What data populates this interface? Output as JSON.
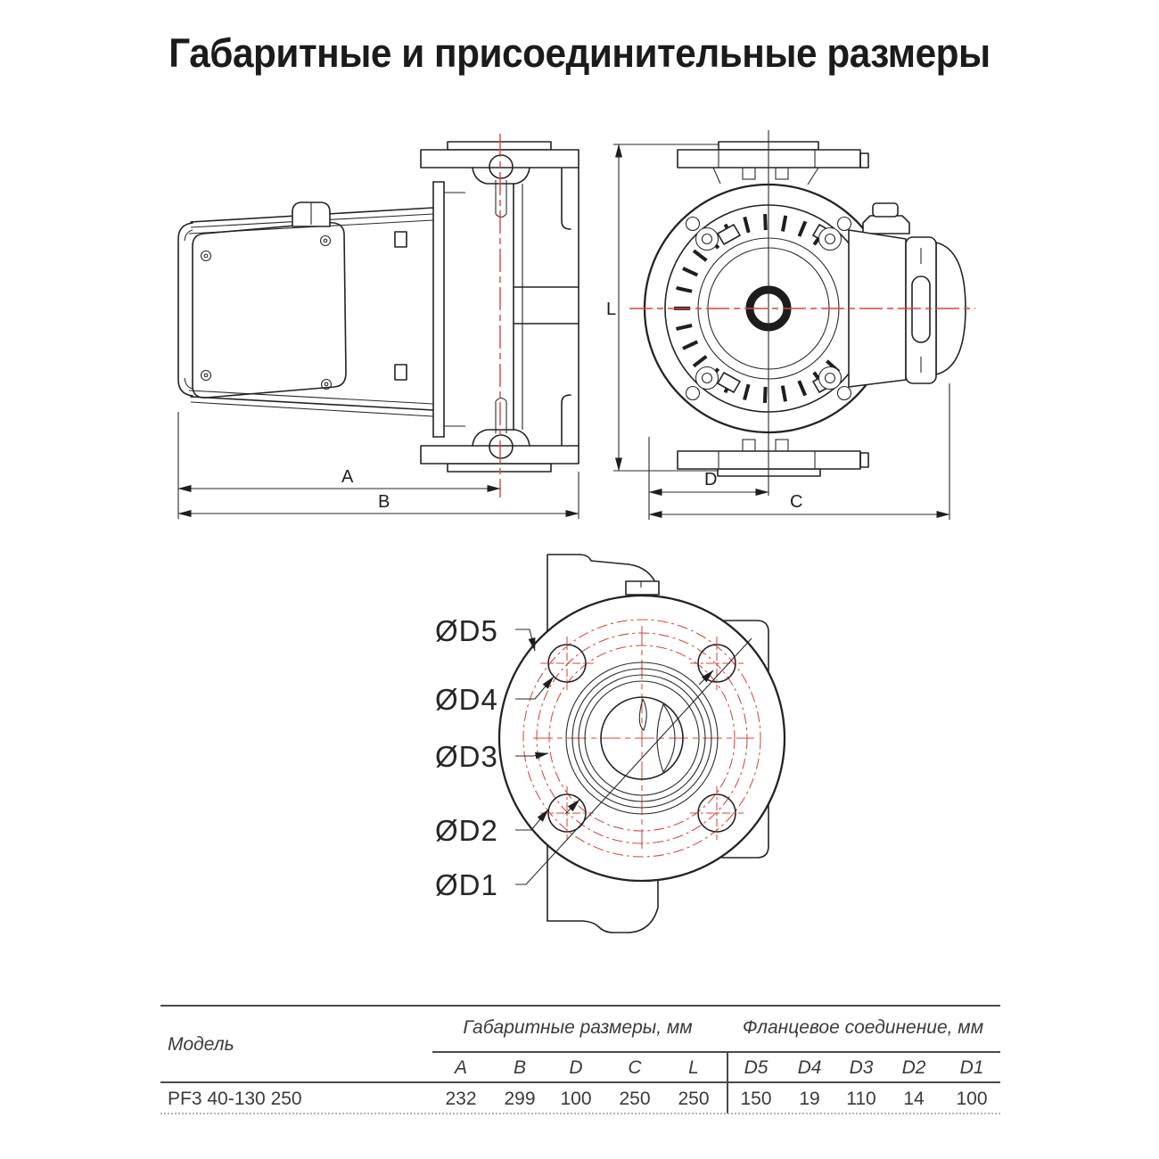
{
  "page": {
    "title": "Габаритные и присоединительные размеры"
  },
  "drawings": {
    "side_view": {
      "dims": {
        "a": "A",
        "b": "B"
      }
    },
    "front_view": {
      "dims": {
        "l": "L",
        "d": "D",
        "c": "C"
      }
    },
    "flange_view": {
      "labels": {
        "d5": "ØD5",
        "d4": "ØD4",
        "d3": "ØD3",
        "d2": "ØD2",
        "d1": "ØD1"
      }
    }
  },
  "table": {
    "model_header": "Модель",
    "groups": {
      "dimensions": "Габаритные размеры, мм",
      "flange": "Фланцевое соединение, мм"
    },
    "columns": {
      "dims": [
        "A",
        "B",
        "D",
        "C",
        "L"
      ],
      "flange": [
        "D5",
        "D4",
        "D3",
        "D2",
        "D1"
      ]
    },
    "rows": [
      {
        "model": "PF3 40-130 250",
        "dims": [
          "232",
          "299",
          "100",
          "250",
          "250"
        ],
        "flange": [
          "150",
          "19",
          "110",
          "14",
          "100"
        ]
      }
    ]
  },
  "colors": {
    "line": "#232323",
    "accent_red": "#d8453c"
  }
}
